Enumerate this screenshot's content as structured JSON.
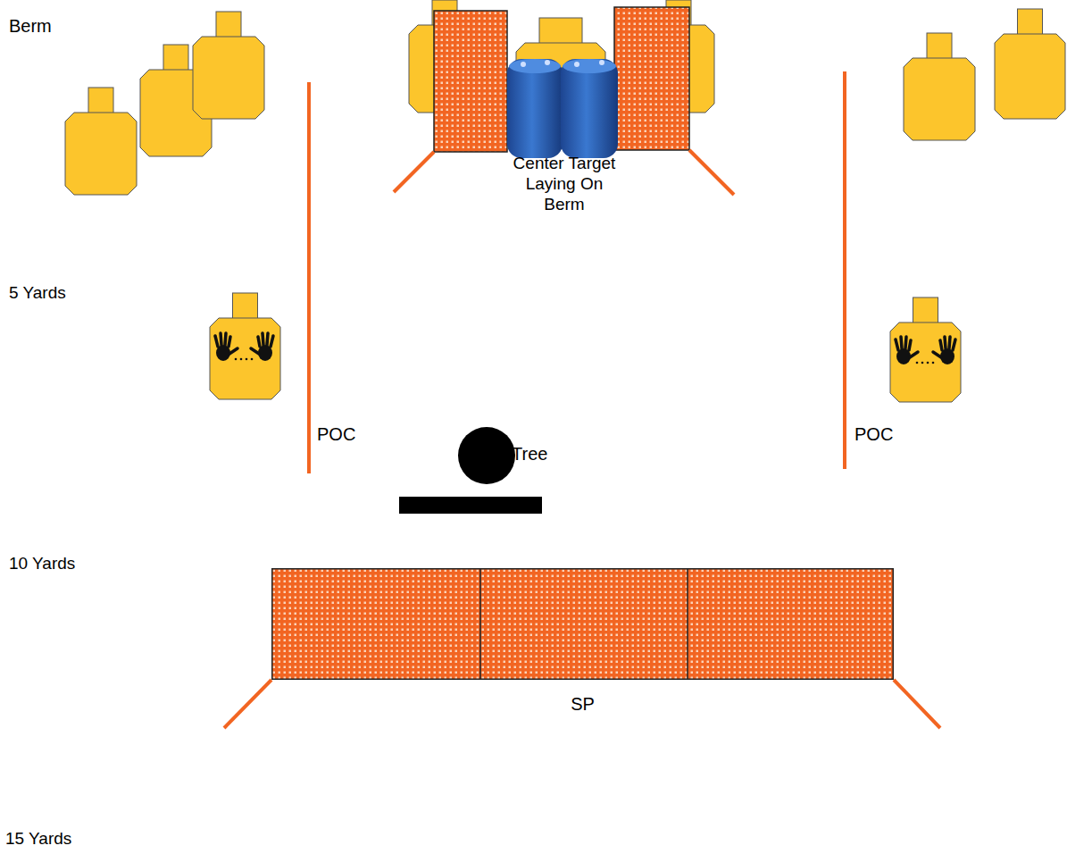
{
  "diagram": {
    "nodes": [
      {
        "text": [
          "Tree"
        ]
      },
      {
        "text": [
          "SP"
        ]
      }
    ],
    "labels": [
      "Berm",
      "5 Yards",
      "10 Yards",
      "15 Yards",
      "Center Target Laying On Berm",
      "POC",
      "POC"
    ]
  }
}
